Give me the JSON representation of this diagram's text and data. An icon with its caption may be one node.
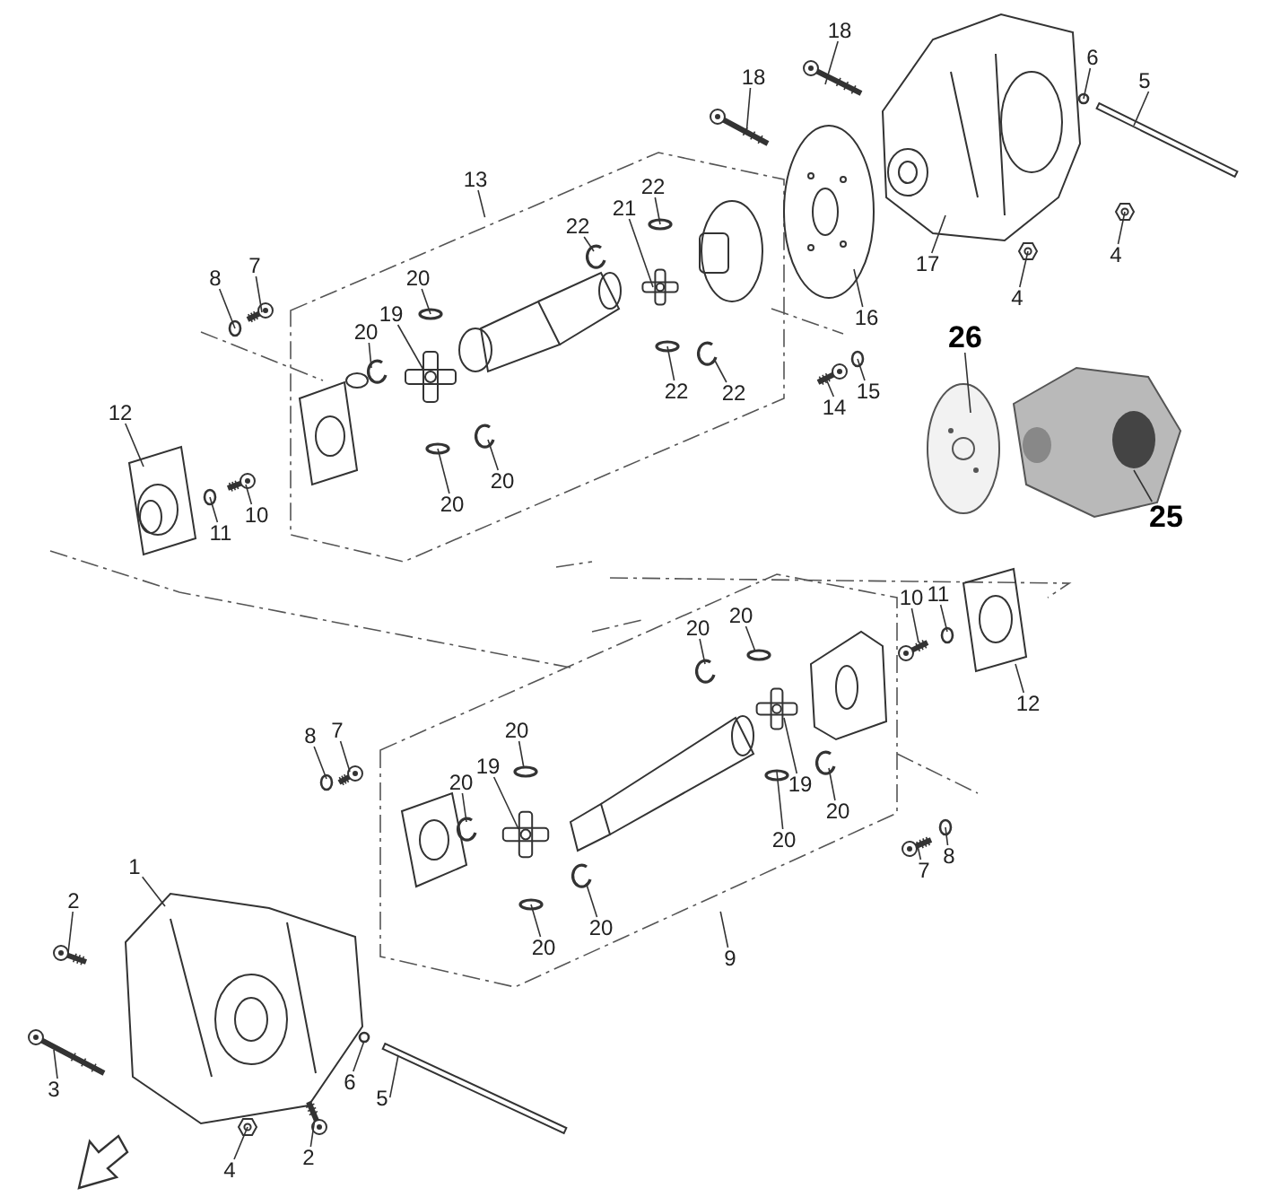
{
  "diagram": {
    "nodes": [
      {
        "text": [
          "18"
        ]
      },
      {
        "text": [
          "18"
        ]
      },
      {
        "text": [
          "6"
        ]
      },
      {
        "text": [
          "5"
        ]
      },
      {
        "text": [
          "13"
        ]
      },
      {
        "text": [
          "22"
        ]
      },
      {
        "text": [
          "21"
        ]
      },
      {
        "text": [
          "22"
        ]
      },
      {
        "text": [
          "8"
        ]
      },
      {
        "text": [
          "7"
        ]
      },
      {
        "text": [
          "20"
        ]
      },
      {
        "text": [
          "17"
        ]
      },
      {
        "text": [
          "4"
        ]
      },
      {
        "text": [
          "4"
        ]
      },
      {
        "text": [
          "19"
        ]
      },
      {
        "text": [
          "20"
        ]
      },
      {
        "text": [
          "16"
        ]
      },
      {
        "text": [
          "26"
        ]
      },
      {
        "text": [
          "22"
        ]
      },
      {
        "text": [
          "22"
        ]
      },
      {
        "text": [
          "15"
        ]
      },
      {
        "text": [
          "14"
        ]
      },
      {
        "text": [
          "12"
        ]
      },
      {
        "text": [
          "20"
        ]
      },
      {
        "text": [
          "20"
        ]
      },
      {
        "text": [
          "10"
        ]
      },
      {
        "text": [
          "11"
        ]
      },
      {
        "text": [
          "25"
        ]
      },
      {
        "text": [
          "10"
        ]
      },
      {
        "text": [
          "11"
        ]
      },
      {
        "text": [
          "20"
        ]
      },
      {
        "text": [
          "20"
        ]
      },
      {
        "text": [
          "12"
        ]
      },
      {
        "text": [
          "20"
        ]
      },
      {
        "text": [
          "8"
        ]
      },
      {
        "text": [
          "7"
        ]
      },
      {
        "text": [
          "19"
        ]
      },
      {
        "text": [
          "20"
        ]
      },
      {
        "text": [
          "19"
        ]
      },
      {
        "text": [
          "20"
        ]
      },
      {
        "text": [
          "20"
        ]
      },
      {
        "text": [
          "8"
        ]
      },
      {
        "text": [
          "7"
        ]
      },
      {
        "text": [
          "1"
        ]
      },
      {
        "text": [
          "2"
        ]
      },
      {
        "text": [
          "20"
        ]
      },
      {
        "text": [
          "20"
        ]
      },
      {
        "text": [
          "9"
        ]
      },
      {
        "text": [
          "3"
        ]
      },
      {
        "text": [
          "6"
        ]
      },
      {
        "text": [
          "5"
        ]
      },
      {
        "text": [
          "2"
        ]
      },
      {
        "text": [
          "4"
        ]
      },
      {
        "text": [],
        "shape": "picture"
      },
      {
        "text": [],
        "shape": "picture"
      },
      {
        "text": [],
        "shape": "circle"
      },
      {
        "text": [],
        "shape": "bar"
      },
      {
        "text": [],
        "shape": "ring"
      },
      {
        "text": [],
        "shape": "picture"
      },
      {
        "text": [],
        "shape": "ring"
      },
      {
        "text": [],
        "shape": "circle"
      },
      {
        "text": [],
        "shape": "picture"
      },
      {
        "text": [],
        "shape": "ring"
      },
      {
        "text": [],
        "shape": "picture"
      },
      {
        "text": [],
        "shape": "hexagon"
      },
      {
        "text": [],
        "shape": "hexagon"
      },
      {
        "text": [],
        "shape": "picture"
      },
      {
        "text": [],
        "shape": "ring"
      },
      {
        "text": [],
        "shape": "picture"
      },
      {
        "text": [],
        "shape": "picture"
      },
      {
        "text": [],
        "shape": "ring"
      },
      {
        "text": [],
        "shape": "ring"
      },
      {
        "text": [],
        "shape": "circle"
      },
      {
        "text": [],
        "shape": "picture"
      },
      {
        "text": [],
        "shape": "picture"
      },
      {
        "text": [],
        "shape": "ring"
      },
      {
        "text": [],
        "shape": "ring"
      },
      {
        "text": [],
        "shape": "picture"
      },
      {
        "text": [],
        "shape": "circle"
      },
      {
        "text": [],
        "shape": "picture"
      },
      {
        "text": [],
        "shape": "picture"
      },
      {
        "text": [],
        "shape": "circle"
      },
      {
        "text": [],
        "shape": "ring"
      },
      {
        "text": [],
        "shape": "ring"
      },
      {
        "text": [],
        "shape": "picture"
      },
      {
        "text": [],
        "shape": "ring"
      },
      {
        "text": [],
        "shape": "circle"
      },
      {
        "text": [],
        "shape": "picture"
      },
      {
        "text": [],
        "shape": "picture"
      },
      {
        "text": [],
        "shape": "ring"
      },
      {
        "text": [],
        "shape": "picture"
      },
      {
        "text": [],
        "shape": "ring"
      },
      {
        "text": [],
        "shape": "ring"
      },
      {
        "text": [],
        "shape": "circle"
      },
      {
        "text": [],
        "shape": "picture"
      },
      {
        "text": [],
        "shape": "picture"
      },
      {
        "text": [],
        "shape": "picture"
      },
      {
        "text": [],
        "shape": "ring"
      },
      {
        "text": [],
        "shape": "ring"
      },
      {
        "text": [],
        "shape": "picture"
      },
      {
        "text": [],
        "shape": "circle"
      },
      {
        "text": [],
        "shape": "bar"
      },
      {
        "text": [],
        "shape": "picture"
      },
      {
        "text": [],
        "shape": "hexagon"
      }
    ],
    "edges": [
      {
        "from": 0,
        "to": 53,
        "arrow": "none"
      },
      {
        "from": 1,
        "to": 54,
        "arrow": "none"
      },
      {
        "from": 2,
        "to": 55,
        "arrow": "none"
      },
      {
        "from": 3,
        "to": 56,
        "arrow": "none"
      },
      {
        "from": 4,
        "to": null,
        "arrow": "none"
      },
      {
        "from": 5,
        "to": 57,
        "arrow": "none"
      },
      {
        "from": 6,
        "to": 58,
        "arrow": "none"
      },
      {
        "from": 7,
        "to": 59,
        "arrow": "none"
      },
      {
        "from": 8,
        "to": 60,
        "arrow": "none"
      },
      {
        "from": 9,
        "to": 61,
        "arrow": "none"
      },
      {
        "from": 10,
        "to": 62,
        "arrow": "none"
      },
      {
        "from": 11,
        "to": 63,
        "arrow": "none"
      },
      {
        "from": 12,
        "to": 64,
        "arrow": "none"
      },
      {
        "from": 13,
        "to": 65,
        "arrow": "none"
      },
      {
        "from": 14,
        "to": 66,
        "arrow": "none"
      },
      {
        "from": 15,
        "to": 67,
        "arrow": "none"
      },
      {
        "from": 16,
        "to": 68,
        "arrow": "none"
      },
      {
        "from": 17,
        "to": 69,
        "arrow": "none"
      },
      {
        "from": 18,
        "to": 70,
        "arrow": "none"
      },
      {
        "from": 19,
        "to": 71,
        "arrow": "none"
      },
      {
        "from": 20,
        "to": 72,
        "arrow": "none"
      },
      {
        "from": 21,
        "to": 73,
        "arrow": "none"
      },
      {
        "from": 22,
        "to": 74,
        "arrow": "none"
      },
      {
        "from": 23,
        "to": 75,
        "arrow": "none"
      },
      {
        "from": 24,
        "to": 76,
        "arrow": "none"
      },
      {
        "from": 25,
        "to": 77,
        "arrow": "none"
      },
      {
        "from": 26,
        "to": 78,
        "arrow": "none"
      },
      {
        "from": 27,
        "to": 79,
        "arrow": "none"
      },
      {
        "from": 28,
        "to": 80,
        "arrow": "none"
      },
      {
        "from": 29,
        "to": 81,
        "arrow": "none"
      },
      {
        "from": 30,
        "to": 82,
        "arrow": "none"
      },
      {
        "from": 31,
        "to": 83,
        "arrow": "none"
      },
      {
        "from": 32,
        "to": 84,
        "arrow": "none"
      },
      {
        "from": 33,
        "to": 85,
        "arrow": "none"
      },
      {
        "from": 34,
        "to": 86,
        "arrow": "none"
      },
      {
        "from": 35,
        "to": 87,
        "arrow": "none"
      },
      {
        "from": 36,
        "to": 88,
        "arrow": "none"
      },
      {
        "from": 37,
        "to": 89,
        "arrow": "none"
      },
      {
        "from": 38,
        "to": 90,
        "arrow": "none"
      },
      {
        "from": 39,
        "to": 91,
        "arrow": "none"
      },
      {
        "from": 40,
        "to": 92,
        "arrow": "none"
      },
      {
        "from": 41,
        "to": 93,
        "arrow": "none"
      },
      {
        "from": 42,
        "to": 94,
        "arrow": "none"
      },
      {
        "from": 43,
        "to": 95,
        "arrow": "none"
      },
      {
        "from": 44,
        "to": 96,
        "arrow": "none"
      },
      {
        "from": 45,
        "to": 97,
        "arrow": "none"
      },
      {
        "from": 46,
        "to": 98,
        "arrow": "none"
      },
      {
        "from": 47,
        "to": null,
        "arrow": "none"
      },
      {
        "from": 48,
        "to": 99,
        "arrow": "none"
      },
      {
        "from": 49,
        "to": 100,
        "arrow": "none"
      },
      {
        "from": 50,
        "to": 101,
        "arrow": "none"
      },
      {
        "from": 51,
        "to": 102,
        "arrow": "none"
      },
      {
        "from": 52,
        "to": 103,
        "arrow": "none"
      }
    ]
  }
}
